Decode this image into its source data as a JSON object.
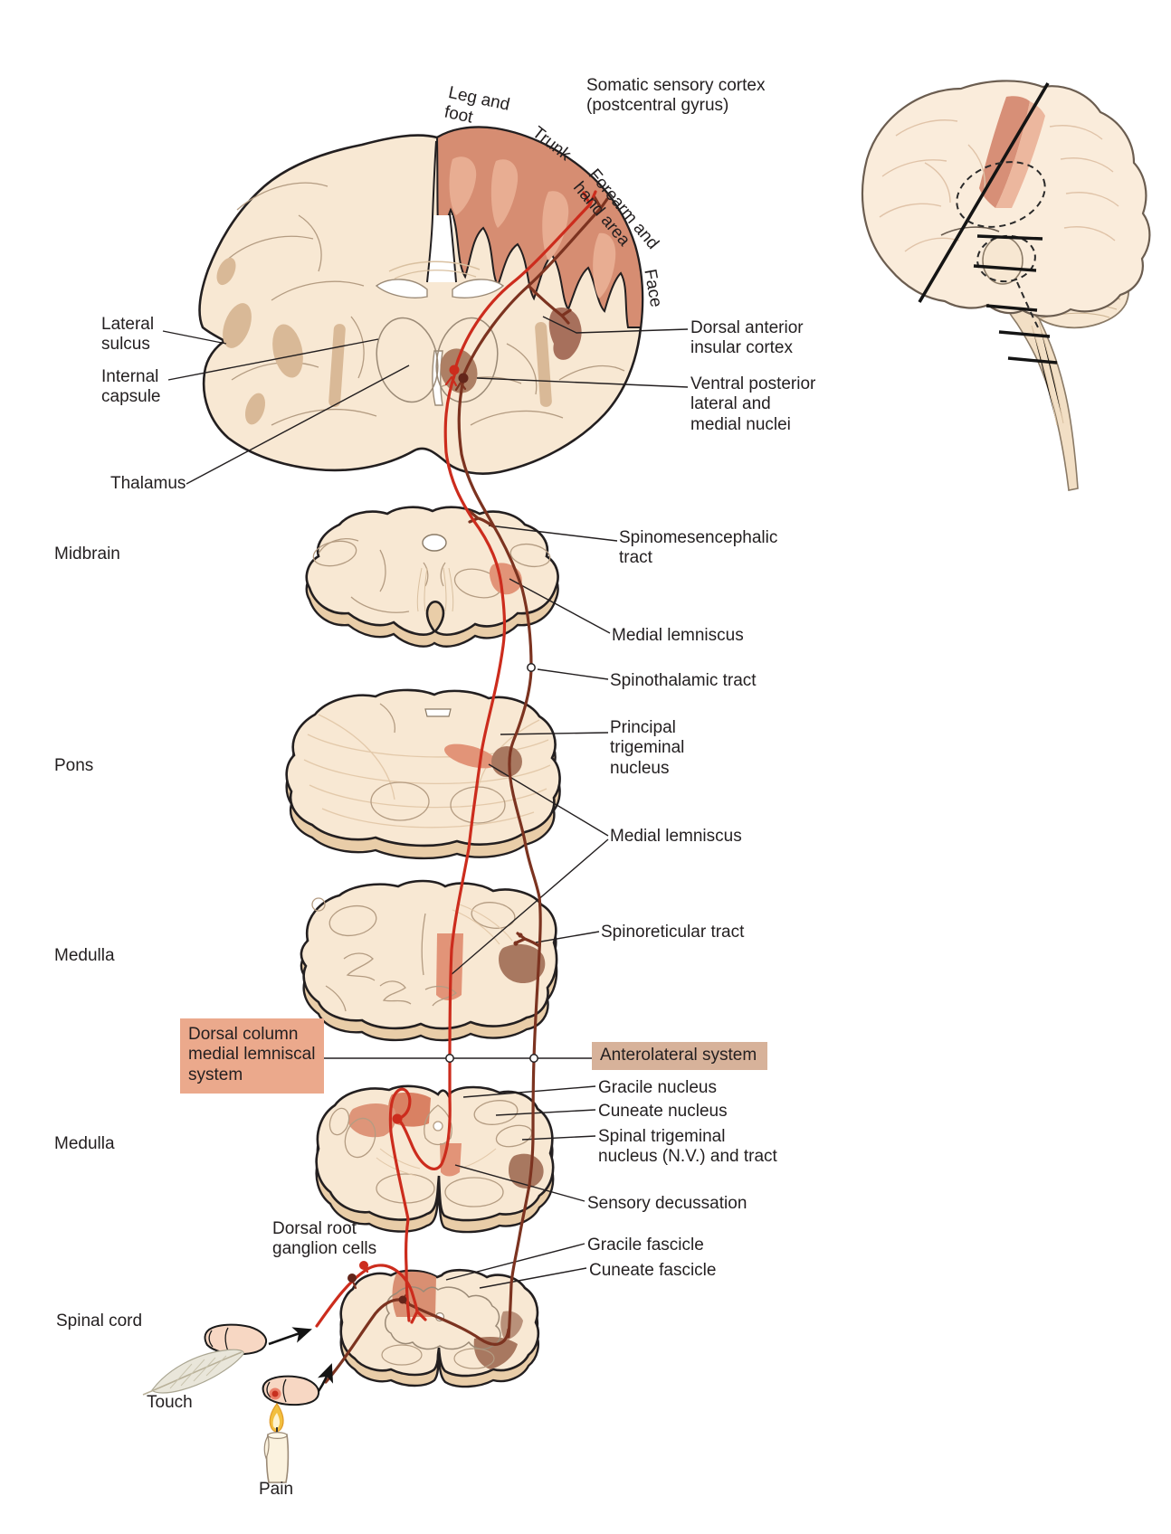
{
  "figure_type": "neuroanatomy pathway diagram",
  "colors": {
    "red_fiber": "#cc2c1d",
    "dark_fiber": "#7c3320",
    "cortex_salmon": "#d68d72",
    "section_fill": "#f8e8d3",
    "dcml_box_bg": "#eba98c",
    "als_box_bg": "#d7b29a",
    "text": "#231f20"
  },
  "labels": {
    "somatic_sensory_cortex": "Somatic sensory cortex\n(postcentral gyrus)",
    "leg_and_foot": "Leg and\nfoot",
    "trunk": "Trunk",
    "forearm_hand_area": "Forearm and\nhand area",
    "face": "Face",
    "lateral_sulcus": "Lateral\nsulcus",
    "internal_capsule": "Internal\ncapsule",
    "thalamus": "Thalamus",
    "dorsal_anterior_insular_cortex": "Dorsal anterior\ninsular cortex",
    "ventral_posterior_nuclei": "Ventral posterior\nlateral and\nmedial nuclei",
    "midbrain": "Midbrain",
    "pons": "Pons",
    "medulla_upper": "Medulla",
    "medulla_lower": "Medulla",
    "spinal_cord": "Spinal cord",
    "spinomesencephalic_tract": "Spinomesencephalic\ntract",
    "medial_lemniscus_midbrain": "Medial lemniscus",
    "spinothalamic_tract": "Spinothalamic tract",
    "principal_trigeminal_nucleus": "Principal\ntrigeminal\nnucleus",
    "medial_lemniscus_pons": "Medial lemniscus",
    "spinoreticular_tract": "Spinoreticular tract",
    "dcml_system": "Dorsal column\nmedial lemniscal\nsystem",
    "anterolateral_system": "Anterolateral system",
    "gracile_nucleus": "Gracile nucleus",
    "cuneate_nucleus": "Cuneate nucleus",
    "spinal_trigeminal_nucleus": "Spinal trigeminal\nnucleus (N.V.) and tract",
    "sensory_decussation": "Sensory decussation",
    "gracile_fascicle": "Gracile fascicle",
    "cuneate_fascicle": "Cuneate fascicle",
    "dorsal_root_ganglion_cells": "Dorsal root\nganglion cells",
    "touch": "Touch",
    "pain": "Pain"
  }
}
